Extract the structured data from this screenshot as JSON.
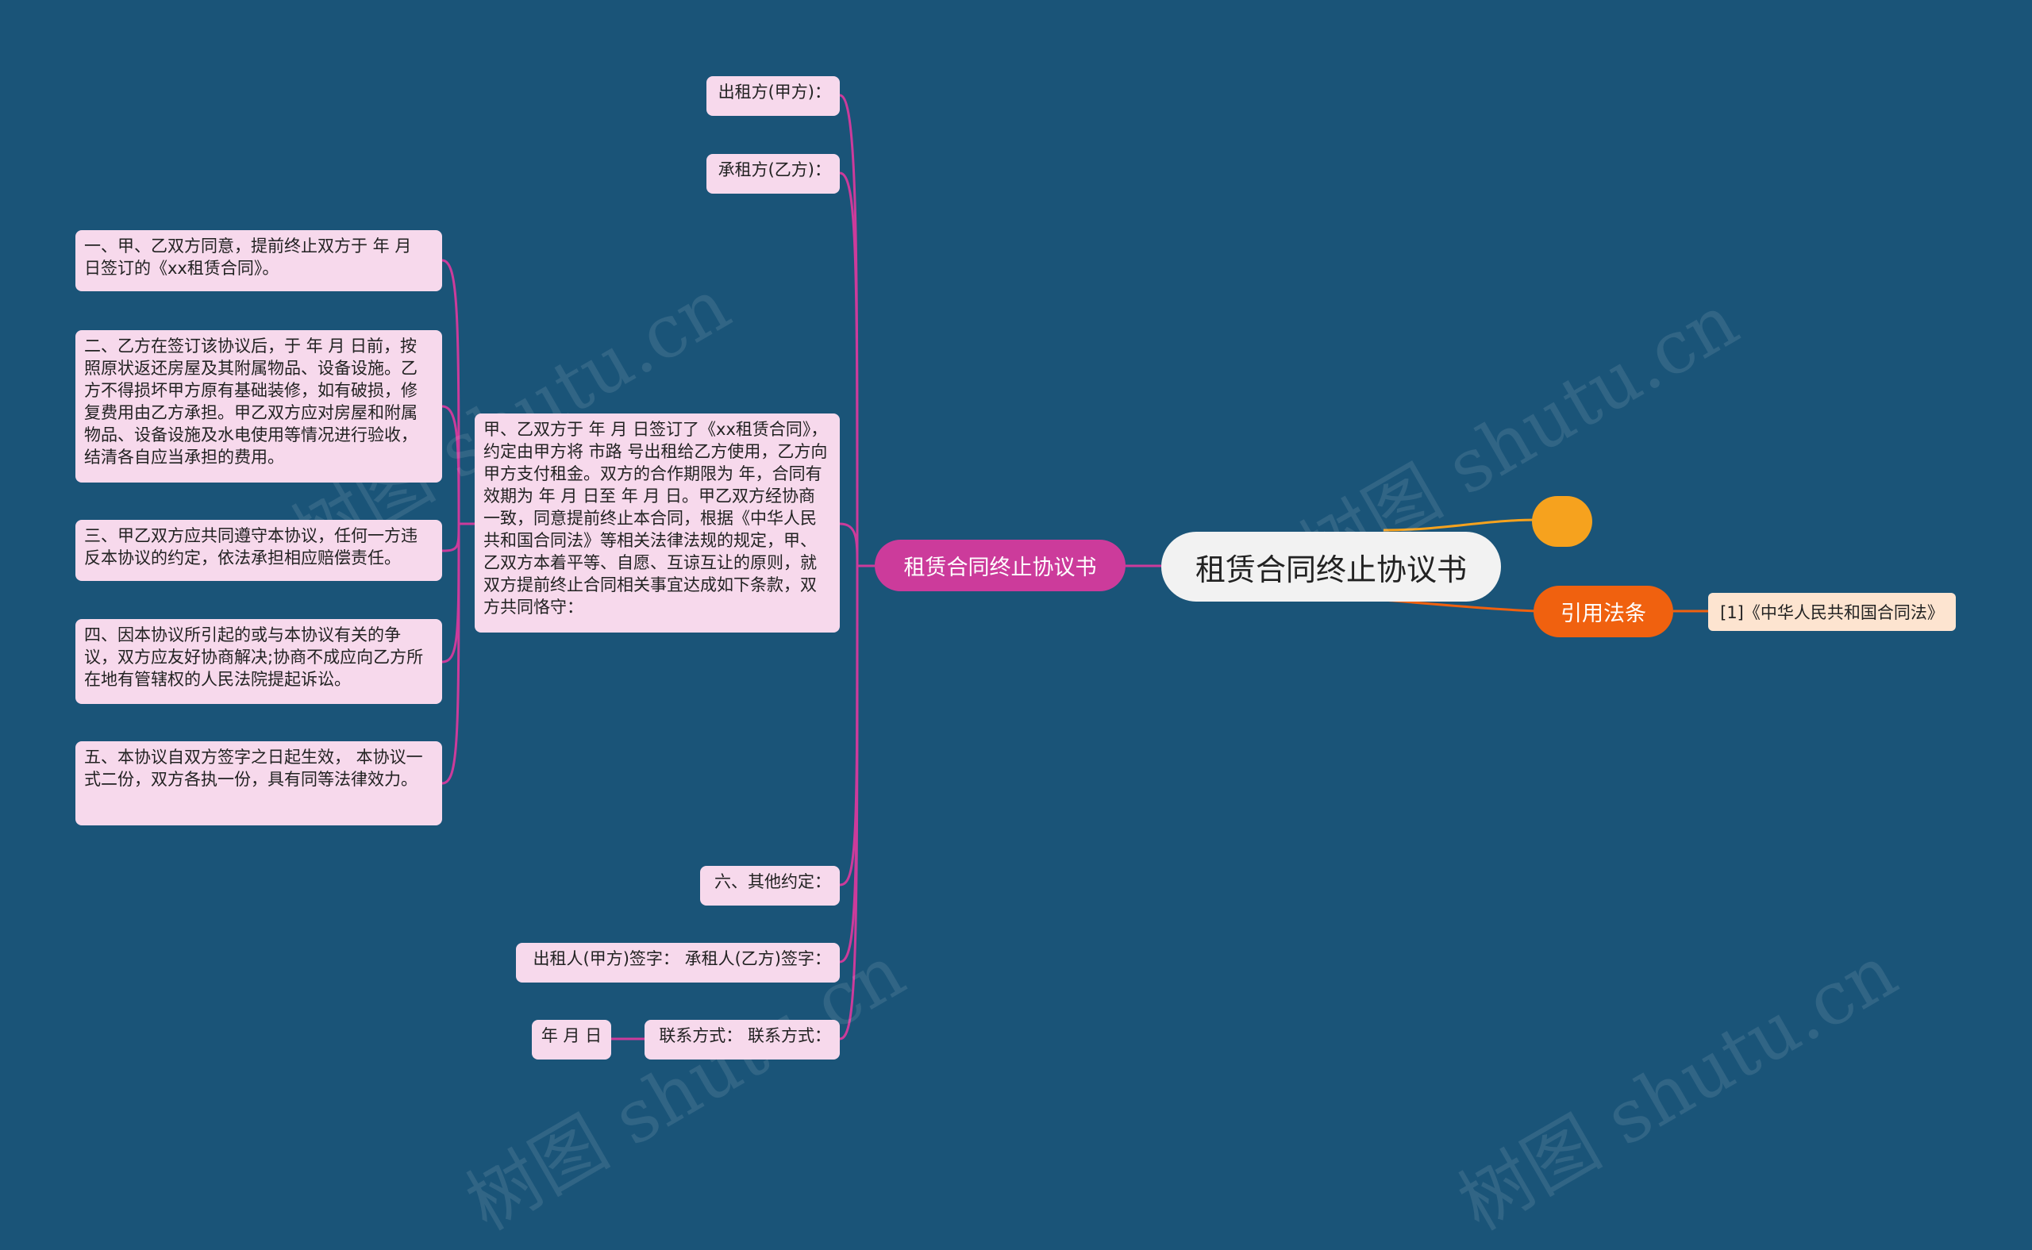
{
  "watermark": "树图 shutu.cn",
  "colors": {
    "background": "#1a5478",
    "leaf_fill": "#f7d9ec",
    "main_branch": "#cc3b9b",
    "cite_branch": "#f0610f",
    "cite_leaf": "#fde4d0",
    "dot": "#f6a21e",
    "connector_pink": "#cc3b9b",
    "connector_orange": "#f0610f",
    "connector_yellow": "#f6a21e"
  },
  "mindmap": {
    "root": "租赁合同终止协议书",
    "main_branch": "租赁合同终止协议书",
    "citation_branch": "引用法条",
    "citation_item": "[1]《中华人民共和国合同法》",
    "dot_icon": "empty-topic-dot",
    "leaves": {
      "lessor": "出租方(甲方)：",
      "lessee": "承租方(乙方)：",
      "preamble": "甲、乙双方于 年 月 日签订了《xx租赁合同》，约定由甲方将 市路 号出租给乙方使用，乙方向甲方支付租金。双方的合作期限为 年，合同有效期为 年 月 日至 年 月 日。甲乙双方经协商一致，同意提前终止本合同，根据《中华人民共和国合同法》等相关法律法规的规定，甲、乙双方本着平等、自愿、互谅互让的原则，就双方提前终止合同相关事宜达成如下条款，双方共同恪守：",
      "clause1": "一、甲、乙双方同意，提前终止双方于 年 月 日签订的《xx租赁合同》。",
      "clause2": "二、乙方在签订该协议后，于 年 月 日前，按照原状返还房屋及其附属物品、设备设施。乙方不得损坏甲方原有基础装修，如有破损，修复费用由乙方承担。甲乙双方应对房屋和附属物品、设备设施及水电使用等情况进行验收，结清各自应当承担的费用。",
      "clause3": "三、甲乙双方应共同遵守本协议，任何一方违反本协议的约定，依法承担相应赔偿责任。",
      "clause4": "四、因本协议所引起的或与本协议有关的争议，双方应友好协商解决;协商不成应向乙方所在地有管辖权的人民法院提起诉讼。",
      "clause5": "五、本协议自双方签字之日起生效， 本协议一式二份，双方各执一份，具有同等法律效力。",
      "clause6": "六、其他约定：",
      "signatures": "出租人(甲方)签字：  承租人(乙方)签字：",
      "contact": "联系方式：  联系方式：",
      "date": "年 月 日"
    }
  }
}
